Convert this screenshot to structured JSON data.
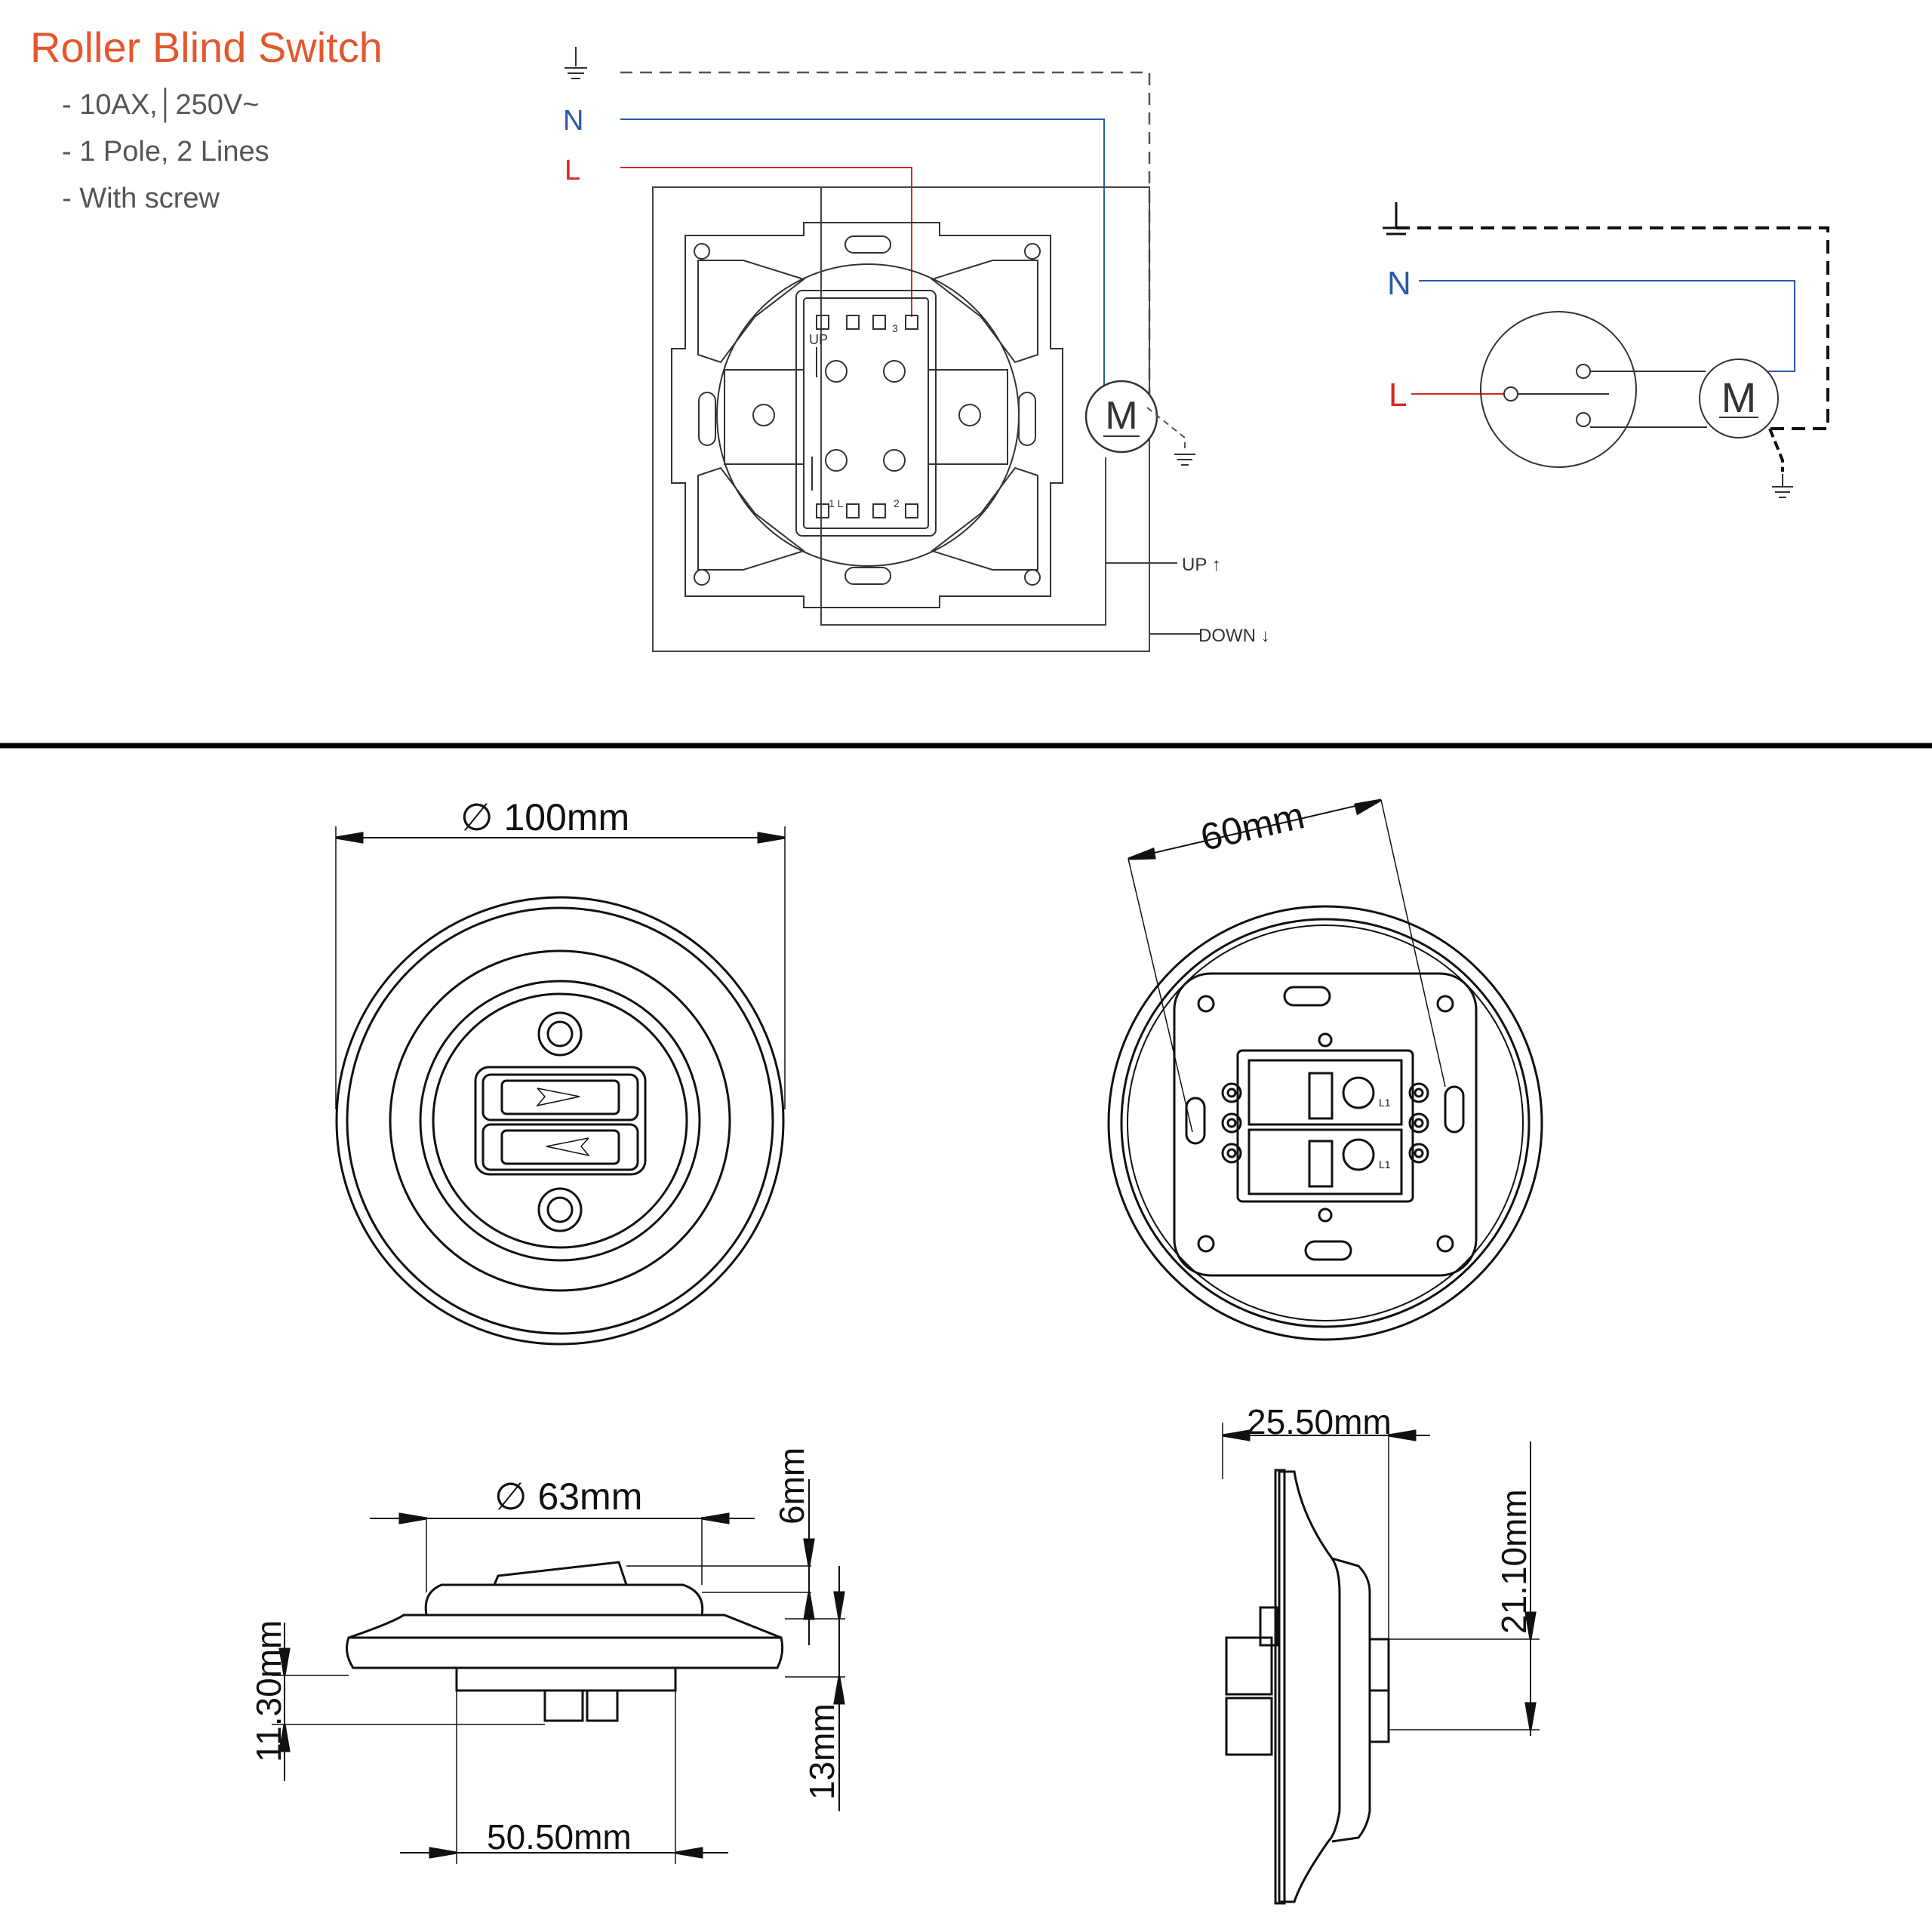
{
  "product": {
    "title": "Roller Blind Switch",
    "specs": [
      "- 10AX,│250V~",
      "- 1 Pole, 2 Lines",
      "- With screw"
    ]
  },
  "wiring_diagram": {
    "earth_label": "",
    "neutral_label": "N",
    "live_label": "L",
    "motor_label": "M",
    "up_label": "UP ↑",
    "down_label": "DOWN ↓",
    "terminal_up": "UP",
    "terminal_3": "3",
    "terminal_1l": "1 L",
    "terminal_2": "2"
  },
  "schematic": {
    "neutral_label": "N",
    "live_label": "L",
    "motor_label": "M"
  },
  "dimensions": {
    "diameter_front": "∅ 100mm",
    "back_width": "60mm",
    "cap_diameter": "∅ 63mm",
    "cap_height": "6mm",
    "base_height": "11.30mm",
    "insert_height": "13mm",
    "insert_width": "50.50mm",
    "side_depth": "25.50mm",
    "side_height": "21.10mm"
  },
  "back_view": {
    "terminal_label_1": "L1",
    "terminal_label_2": "L1"
  },
  "colors": {
    "title": "#e4572e",
    "neutral": "#2b5aa8",
    "live": "#d62828",
    "earth": "#333333",
    "line": "#111111"
  }
}
